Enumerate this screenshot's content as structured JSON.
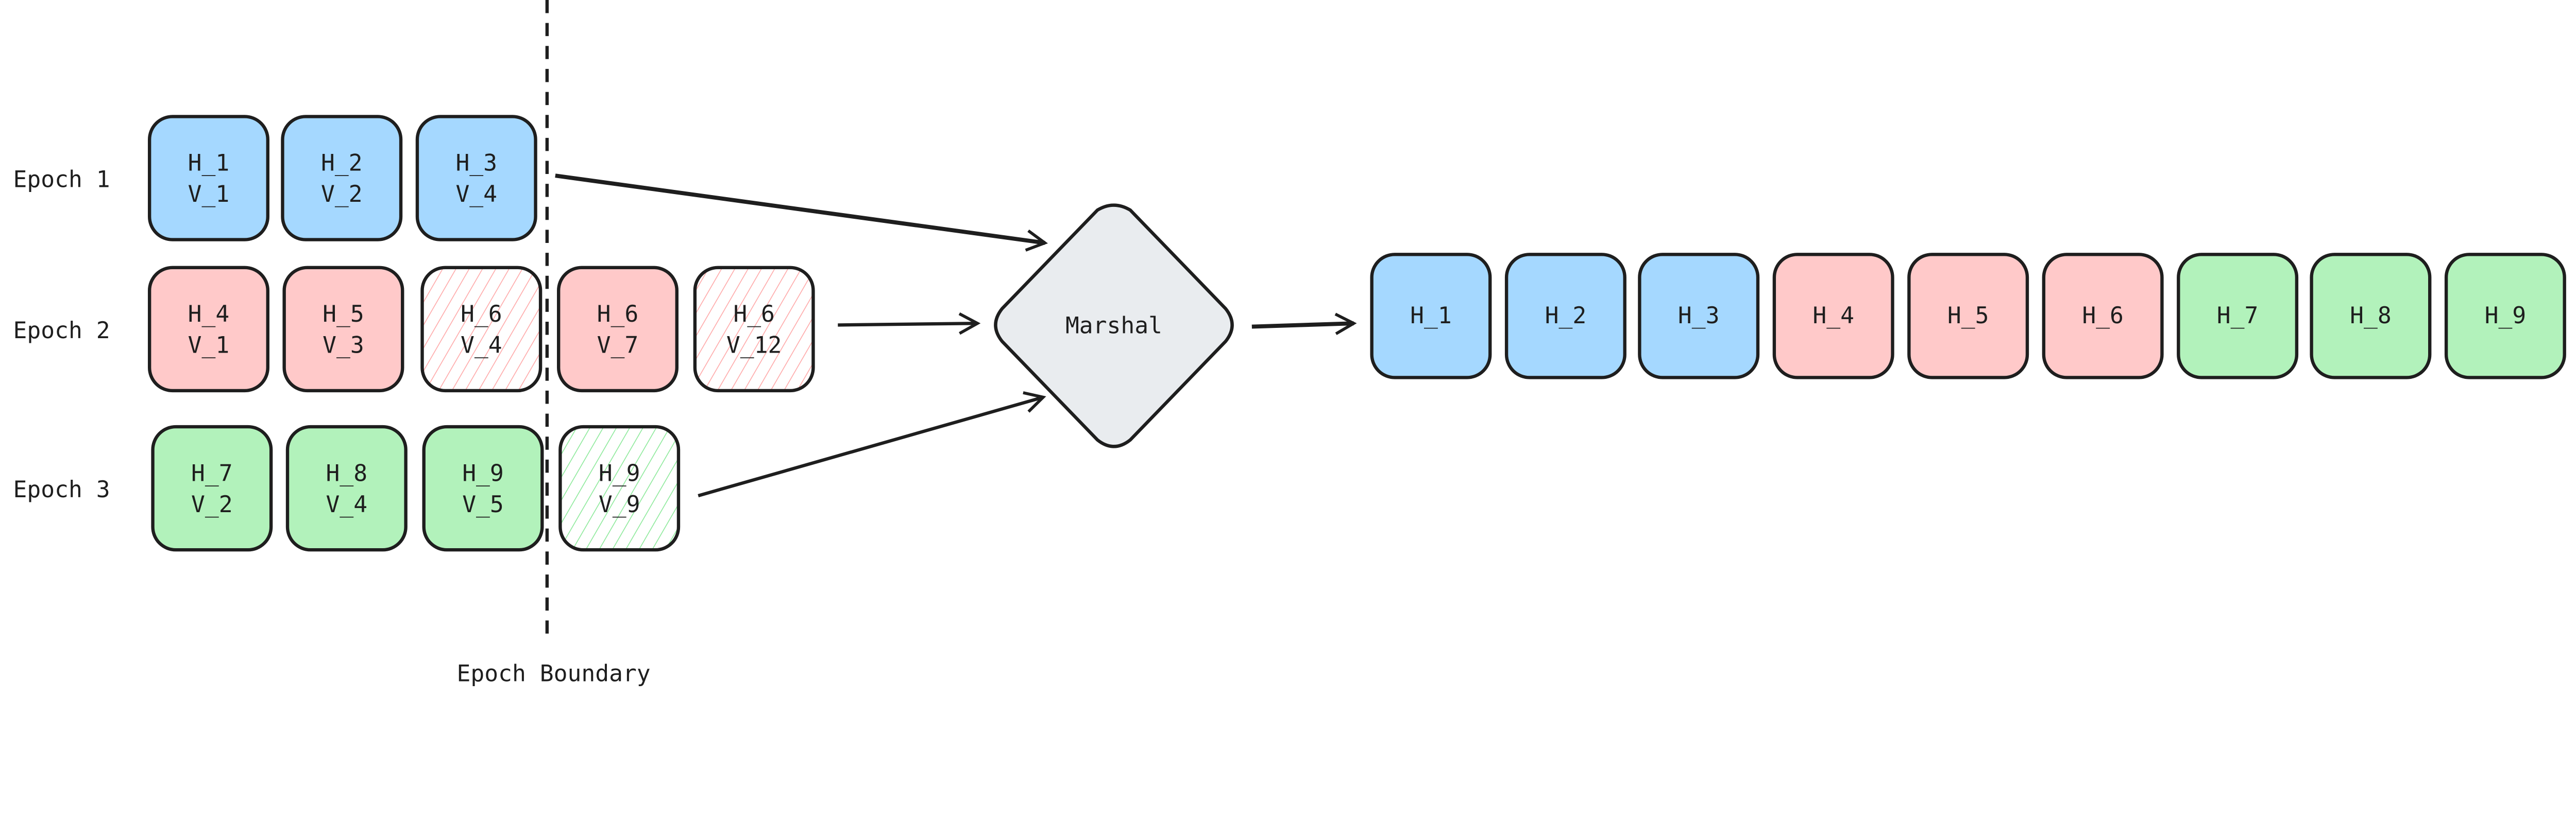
{
  "colors": {
    "blue": "#a5d8ff",
    "red": "#ffc9c9",
    "green": "#b2f2bb",
    "marshal": "#e9ecef",
    "stroke": "#1e1e1e",
    "hatch_red": "#ffa8a8",
    "hatch_green": "#8ce99a"
  },
  "epochs": [
    {
      "label": "Epoch 1",
      "color": "blue",
      "blocks": [
        {
          "h": "H_1",
          "v": "V_1",
          "hatched": false
        },
        {
          "h": "H_2",
          "v": "V_2",
          "hatched": false
        },
        {
          "h": "H_3",
          "v": "V_4",
          "hatched": false
        }
      ]
    },
    {
      "label": "Epoch 2",
      "color": "red",
      "blocks": [
        {
          "h": "H_4",
          "v": "V_1",
          "hatched": false
        },
        {
          "h": "H_5",
          "v": "V_3",
          "hatched": false
        },
        {
          "h": "H_6",
          "v": "V_4",
          "hatched": true
        },
        {
          "h": "H_6",
          "v": "V_7",
          "hatched": false
        },
        {
          "h": "H_6",
          "v": "V_12",
          "hatched": true
        }
      ]
    },
    {
      "label": "Epoch 3",
      "color": "green",
      "blocks": [
        {
          "h": "H_7",
          "v": "V_2",
          "hatched": false
        },
        {
          "h": "H_8",
          "v": "V_4",
          "hatched": false
        },
        {
          "h": "H_9",
          "v": "V_5",
          "hatched": false
        },
        {
          "h": "H_9",
          "v": "V_9",
          "hatched": true
        }
      ]
    }
  ],
  "boundary_label": "Epoch Boundary",
  "marshal_label": "Marshal",
  "output": [
    {
      "h": "H_1",
      "color": "blue"
    },
    {
      "h": "H_2",
      "color": "blue"
    },
    {
      "h": "H_3",
      "color": "blue"
    },
    {
      "h": "H_4",
      "color": "red"
    },
    {
      "h": "H_5",
      "color": "red"
    },
    {
      "h": "H_6",
      "color": "red"
    },
    {
      "h": "H_7",
      "color": "green"
    },
    {
      "h": "H_8",
      "color": "green"
    },
    {
      "h": "H_9",
      "color": "green"
    }
  ]
}
